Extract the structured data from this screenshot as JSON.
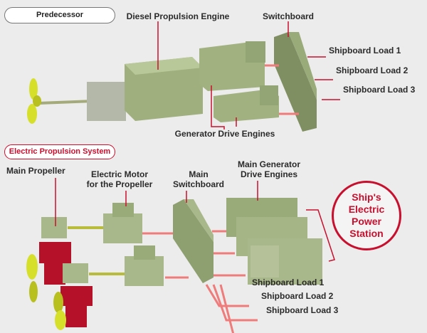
{
  "top": {
    "title": "Predecessor",
    "labels": {
      "diesel_engine": "Diesel Propulsion Engine",
      "switchboard": "Switchboard",
      "load1": "Shipboard Load 1",
      "load2": "Shipboard Load 2",
      "load3": "Shipboard Load 3",
      "generator_engines": "Generator Drive Engines"
    }
  },
  "bottom": {
    "title": "Electric Propulsion System",
    "labels": {
      "main_propeller": "Main Propeller",
      "motor_line1": "Electric Motor",
      "motor_line2": "for the Propeller",
      "switchboard_line1": "Main",
      "switchboard_line2": "Switchboard",
      "gen_line1": "Main Generator",
      "gen_line2": "Drive Engines",
      "load1": "Shipboard Load 1",
      "load2": "Shipboard Load 2",
      "load3": "Shipboard Load 3"
    },
    "power_station": [
      "Ship's",
      "Electric",
      "Power",
      "Station"
    ]
  },
  "colors": {
    "machine": "#a9b88a",
    "accent": "#c8102e",
    "pod": "#b5122a",
    "propeller": "#d6e02a",
    "wire": "#ef7b7b"
  }
}
